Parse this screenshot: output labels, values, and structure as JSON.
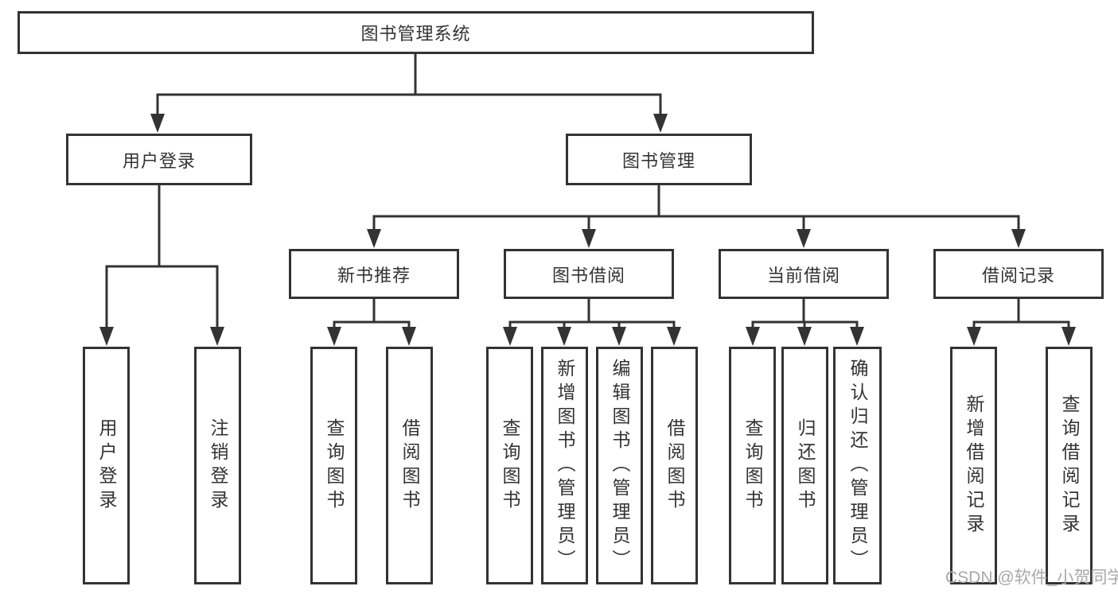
{
  "diagram": {
    "tree": {
      "label": "图书管理系统",
      "children": [
        {
          "label": "用户登录",
          "children": [
            {
              "label": "用户登录"
            },
            {
              "label": "注销登录"
            }
          ]
        },
        {
          "label": "图书管理",
          "children": [
            {
              "label": "新书推荐",
              "children": [
                {
                  "label": "查询图书"
                },
                {
                  "label": "借阅图书"
                }
              ]
            },
            {
              "label": "图书借阅",
              "children": [
                {
                  "label": "查询图书"
                },
                {
                  "label": "新增图书（管理员）"
                },
                {
                  "label": "编辑图书（管理员）"
                },
                {
                  "label": "借阅图书"
                }
              ]
            },
            {
              "label": "当前借阅",
              "children": [
                {
                  "label": "查询图书"
                },
                {
                  "label": "归还图书"
                },
                {
                  "label": "确认归还（管理员）"
                }
              ]
            },
            {
              "label": "借阅记录",
              "children": [
                {
                  "label": "新增借阅记录"
                },
                {
                  "label": "查询借阅记录"
                }
              ]
            }
          ]
        }
      ]
    }
  },
  "watermark": {
    "text": "CSDN @软件_小贺同学"
  },
  "colors": {
    "line": "#333333",
    "text": "#333333",
    "box_background": "#ffffff",
    "page_background": "#ffffff",
    "watermark": "#a8a8a8"
  }
}
